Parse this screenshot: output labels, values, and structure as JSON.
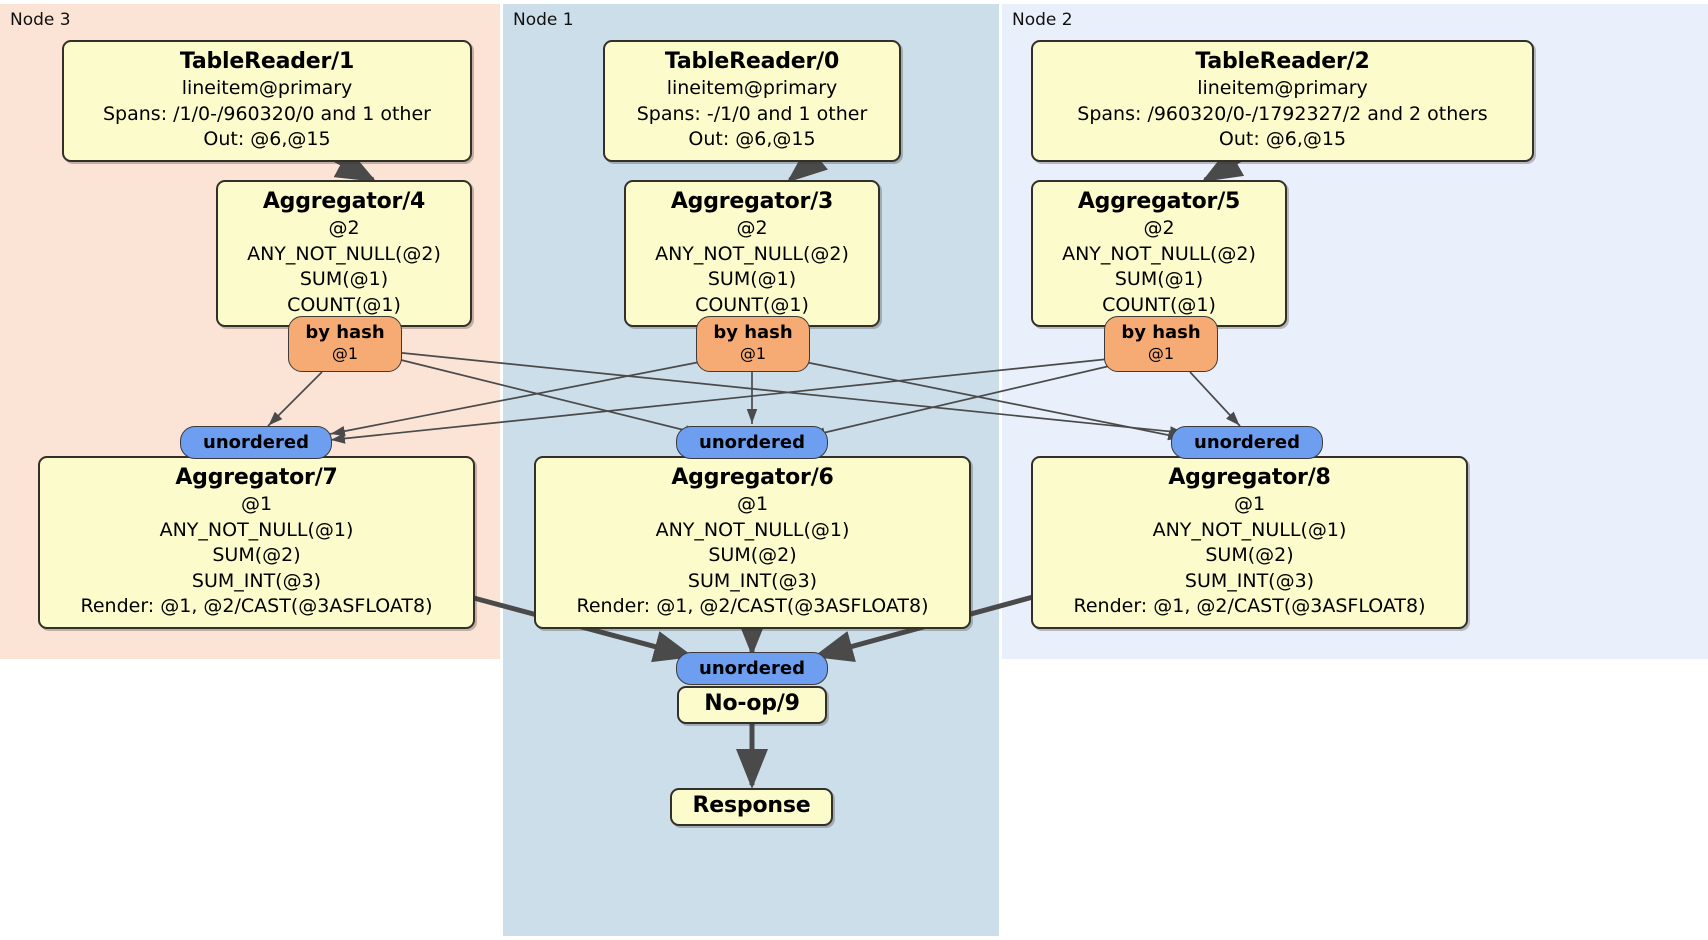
{
  "diagram": {
    "type": "distributed-query-plan",
    "colors": {
      "node3_bg": "#fbe3d6",
      "node1_bg": "#ccdeea",
      "node2_bg": "#eaf0fb",
      "processor_fill": "#fbfbcc",
      "processor_stroke": "#33302b",
      "hash_router_fill": "#f7ab74",
      "synchronizer_fill": "#6e9ef0",
      "edge_stroke": "#4a4a4a"
    },
    "nodes": [
      {
        "id": "node3",
        "label": "Node 3"
      },
      {
        "id": "node1",
        "label": "Node 1"
      },
      {
        "id": "node2",
        "label": "Node 2"
      }
    ],
    "processors": {
      "table_reader_1": {
        "title": "TableReader/1",
        "lines": [
          "lineitem@primary",
          "Spans: /1/0-/960320/0 and 1 other",
          "Out: @6,@15"
        ]
      },
      "table_reader_0": {
        "title": "TableReader/0",
        "lines": [
          "lineitem@primary",
          "Spans: -/1/0 and 1 other",
          "Out: @6,@15"
        ]
      },
      "table_reader_2": {
        "title": "TableReader/2",
        "lines": [
          "lineitem@primary",
          "Spans: /960320/0-/1792327/2 and 2 others",
          "Out: @6,@15"
        ]
      },
      "aggregator_4": {
        "title": "Aggregator/4",
        "lines": [
          "@2",
          "ANY_NOT_NULL(@2)",
          "SUM(@1)",
          "COUNT(@1)"
        ]
      },
      "aggregator_3": {
        "title": "Aggregator/3",
        "lines": [
          "@2",
          "ANY_NOT_NULL(@2)",
          "SUM(@1)",
          "COUNT(@1)"
        ]
      },
      "aggregator_5": {
        "title": "Aggregator/5",
        "lines": [
          "@2",
          "ANY_NOT_NULL(@2)",
          "SUM(@1)",
          "COUNT(@1)"
        ]
      },
      "aggregator_7": {
        "title": "Aggregator/7",
        "lines": [
          "@1",
          "ANY_NOT_NULL(@1)",
          "SUM(@2)",
          "SUM_INT(@3)",
          "Render: @1, @2/CAST(@3ASFLOAT8)"
        ]
      },
      "aggregator_6": {
        "title": "Aggregator/6",
        "lines": [
          "@1",
          "ANY_NOT_NULL(@1)",
          "SUM(@2)",
          "SUM_INT(@3)",
          "Render: @1, @2/CAST(@3ASFLOAT8)"
        ]
      },
      "aggregator_8": {
        "title": "Aggregator/8",
        "lines": [
          "@1",
          "ANY_NOT_NULL(@1)",
          "SUM(@2)",
          "SUM_INT(@3)",
          "Render: @1, @2/CAST(@3ASFLOAT8)"
        ]
      },
      "noop_9": {
        "title": "No-op/9",
        "lines": []
      },
      "response": {
        "title": "Response",
        "lines": []
      }
    },
    "routers": {
      "hash_left": {
        "title": "by hash",
        "sub": "@1"
      },
      "hash_center": {
        "title": "by hash",
        "sub": "@1"
      },
      "hash_right": {
        "title": "by hash",
        "sub": "@1"
      }
    },
    "synchronizers": {
      "sync_left": {
        "title": "unordered"
      },
      "sync_center": {
        "title": "unordered"
      },
      "sync_right": {
        "title": "unordered"
      },
      "sync_final": {
        "title": "unordered"
      }
    }
  }
}
